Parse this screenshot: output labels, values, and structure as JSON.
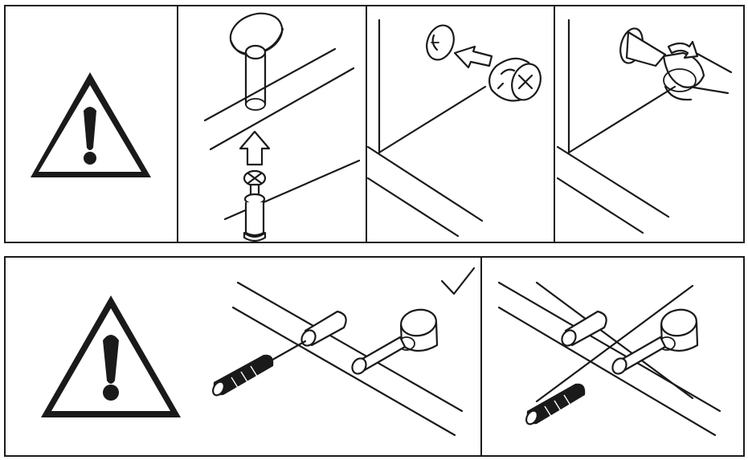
{
  "diagram": {
    "top_row": {
      "panels": [
        {
          "id": "warning",
          "icon": "warning-triangle-icon"
        },
        {
          "id": "insert-cam-pin",
          "icon": "up-arrow-icon"
        },
        {
          "id": "insert-cam-lock",
          "icon": "left-arrow-icon"
        },
        {
          "id": "turn-cam-lock",
          "icon": "rotate-arrow-icon"
        }
      ]
    },
    "bottom_row": {
      "panels": [
        {
          "id": "warning-large",
          "icon": "warning-triangle-icon"
        },
        {
          "id": "correct-screwdriver-angle",
          "icon": "check-mark-icon",
          "status": "correct"
        },
        {
          "id": "incorrect-screwdriver-angle",
          "icon": "none",
          "status": "incorrect"
        }
      ]
    },
    "colors": {
      "line": "#1a1a1a",
      "background": "#ffffff"
    }
  }
}
